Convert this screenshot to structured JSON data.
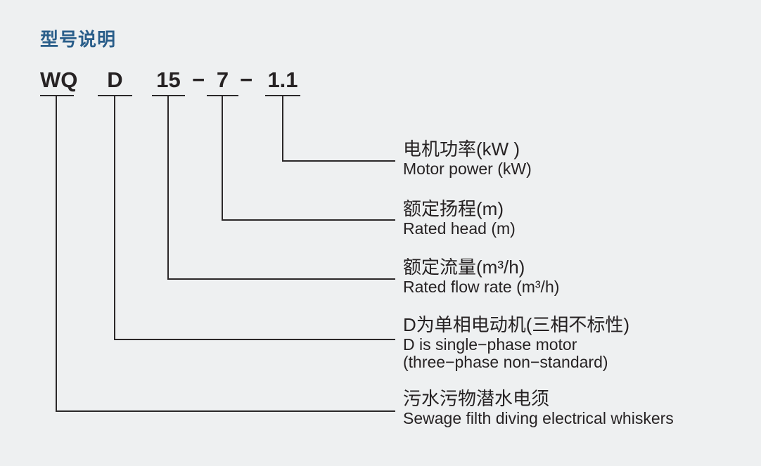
{
  "page": {
    "title": "型号说明",
    "background_color": "#eef0f1",
    "title_color": "#2a5e8a",
    "ink_color": "#262223"
  },
  "model_code": {
    "separator": "−",
    "segments": [
      {
        "text": "WQ",
        "meaning_key": "sewage"
      },
      {
        "text": "D",
        "meaning_key": "single-phase"
      },
      {
        "text": "15",
        "meaning_key": "rated-flow-rate"
      },
      {
        "text": "7",
        "meaning_key": "rated-head"
      },
      {
        "text": "1.1",
        "meaning_key": "motor-power"
      }
    ]
  },
  "labels": [
    {
      "zh": "电机功率(kW )",
      "en": "Motor power (kW)"
    },
    {
      "zh": "额定扬程(m)",
      "en": "Rated head (m)"
    },
    {
      "zh": "额定流量(m³/h)",
      "en": "Rated flow rate (m³/h)"
    },
    {
      "zh": "D为单相电动机(三相不标性)",
      "en": "D is single−phase motor",
      "en2": "(three−phase non−standard)"
    },
    {
      "zh": "污水污物潜水电须",
      "en": "Sewage filth diving electrical whiskers"
    }
  ]
}
